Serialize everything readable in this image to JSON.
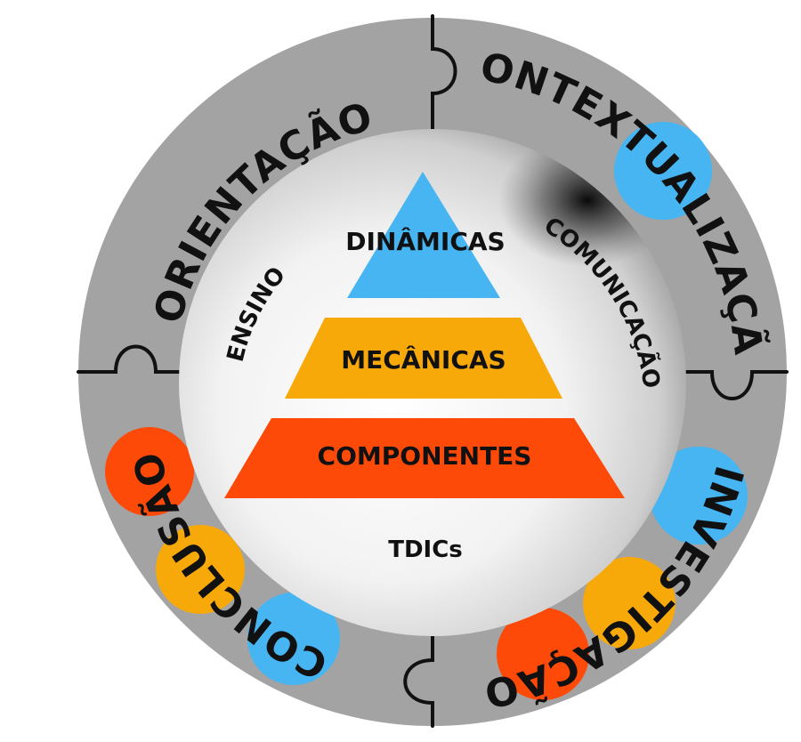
{
  "ring": {
    "top_left": "ORIENTAÇÃO",
    "top_right": "CONTEXTUALIZAÇÃO",
    "bottom_right": "INVESTIGAÇÃO",
    "bottom_left": "CONCLUSÃO"
  },
  "pyramid": {
    "top": "DINÂMICAS",
    "middle": "MECÂNICAS",
    "bottom": "COMPONENTES"
  },
  "inner": {
    "left": "ENSINO",
    "right": "COMUNICAÇÃO",
    "base": "TDICs"
  },
  "colors": {
    "ring": "#a3a3a3",
    "blue": "#46b5f2",
    "orange": "#f8a90a",
    "red": "#fe4a08",
    "outline": "#111111"
  }
}
